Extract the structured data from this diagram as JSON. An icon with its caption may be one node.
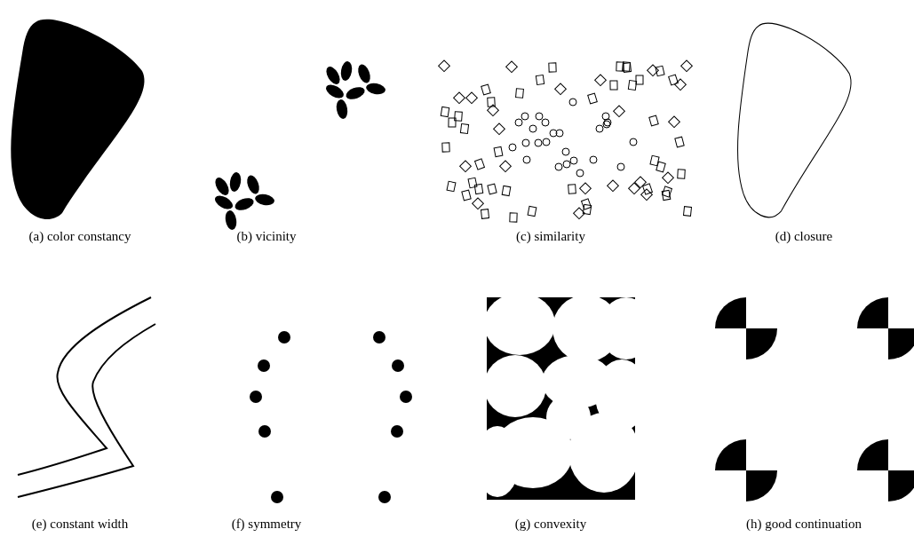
{
  "diagram": {
    "labels": [
      "(a)  color constancy",
      "(b)  vicinity",
      "(c)  similarity",
      "(d)  closure",
      "(e)  constant width",
      "(f)  symmetry",
      "(g)  convexity",
      "(h)  good continuation"
    ]
  }
}
